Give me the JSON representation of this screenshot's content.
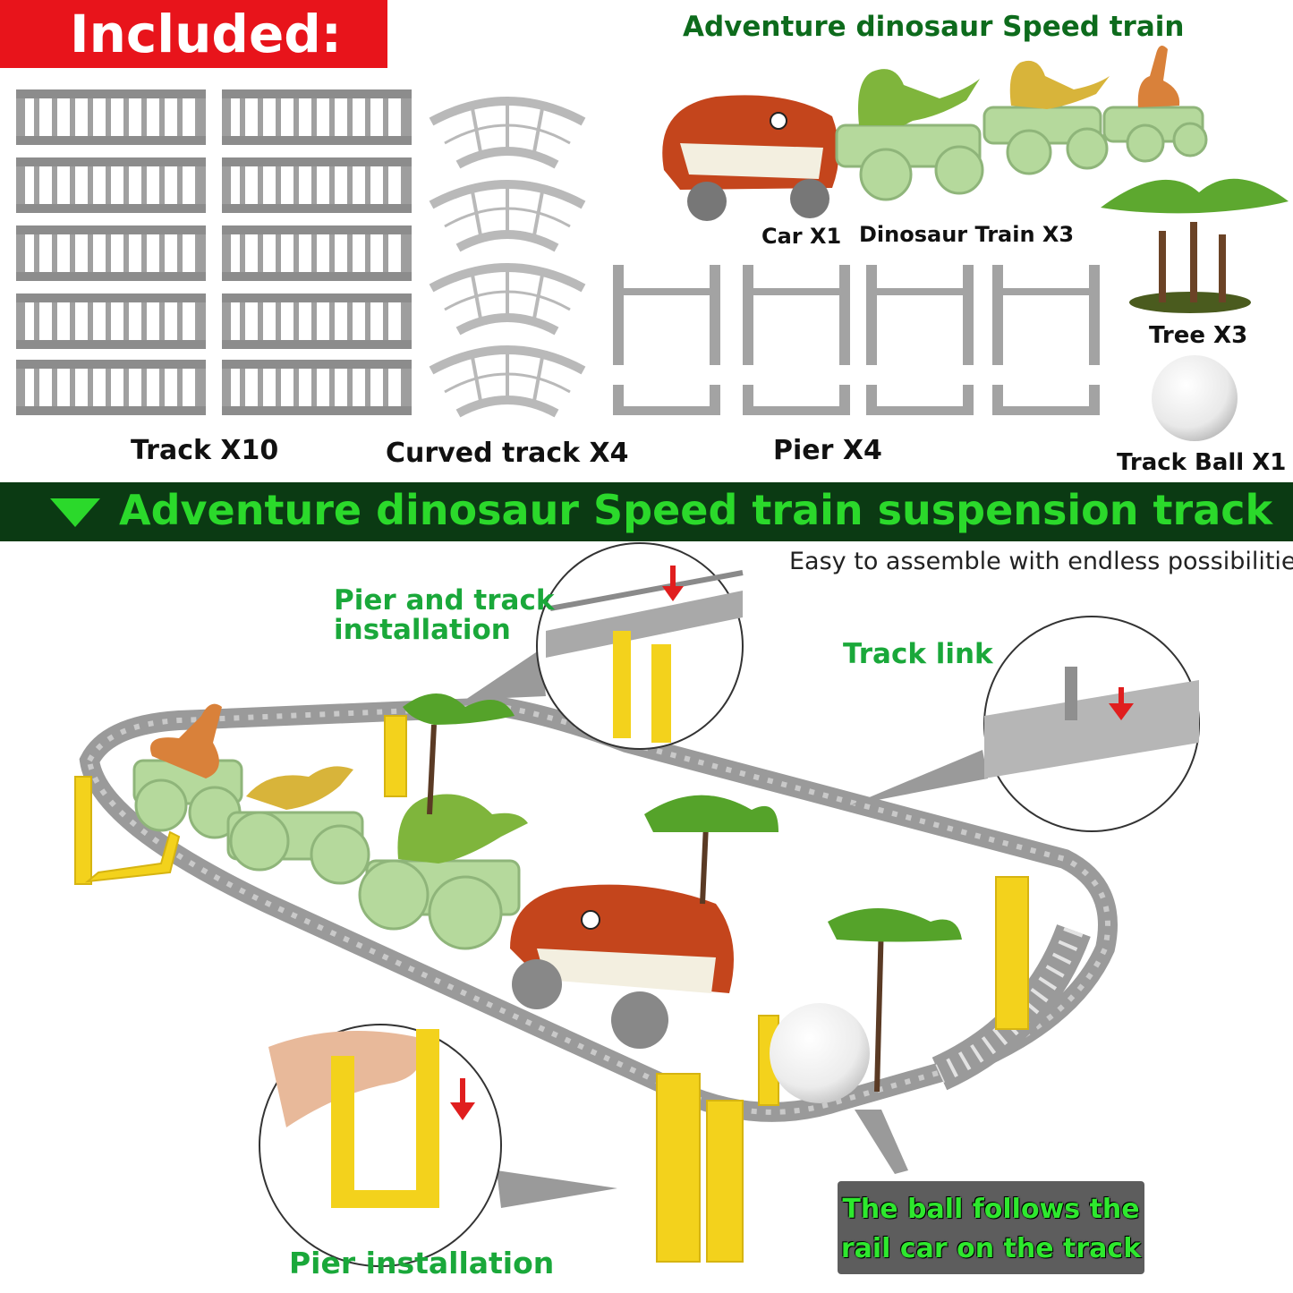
{
  "header": {
    "included": "Included:",
    "product_title": "Adventure dinosaur Speed train"
  },
  "items": {
    "track": "Track X10",
    "curved_track": "Curved track X4",
    "pier": "Pier X4",
    "car": "Car X1",
    "dinosaur_train": "Dinosaur Train X3",
    "tree": "Tree X3",
    "track_ball": "Track Ball X1"
  },
  "banner": {
    "title": "Adventure dinosaur Speed train suspension track"
  },
  "assembly": {
    "subtitle": "Easy to assemble with endless possibilities",
    "pier_track_line1": "Pier and track",
    "pier_track_line2": "installation",
    "track_link": "Track link",
    "pier_installation": "Pier installation",
    "ball_note_line1": "The ball follows the",
    "ball_note_line2": "rail car on the track"
  },
  "colors": {
    "badge_red": "#e8141b",
    "banner_dark_green": "#0b3a13",
    "banner_text_green": "#2bd92b",
    "callout_green": "#1aa83a",
    "track_gray": "#9a9a9a",
    "pier_yellow": "#f3d21c",
    "car_orange": "#c4451c",
    "train_green": "#b5d99c"
  }
}
